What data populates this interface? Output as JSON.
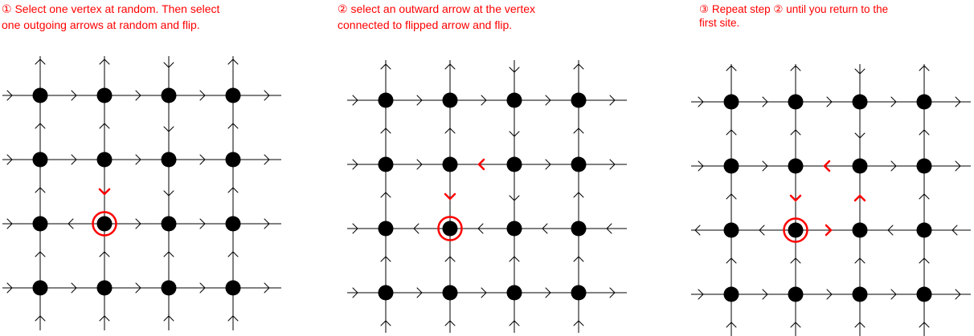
{
  "captions": {
    "step1": [
      "① Select one vertex at random. Then select",
      "one outgoing arrows at random and flip."
    ],
    "step2": [
      "② select an outward arrow at the vertex",
      "connected to flipped arrow and flip."
    ],
    "step3": [
      "③ Repeat step ② until you return to the",
      "first site."
    ]
  },
  "colors": {
    "highlight": "#ff0000",
    "line": "#000000",
    "vertex": "#000000"
  },
  "panels": [
    {
      "id": "panel-1",
      "selected_vertex": [
        2,
        1
      ],
      "horizontal_arrows": [
        [
          "R",
          "R",
          "R",
          "R",
          "R"
        ],
        [
          "R",
          "R",
          "R",
          "R",
          "R"
        ],
        [
          "R",
          "L",
          "R",
          "R",
          "R"
        ],
        [
          "R",
          "R",
          "R",
          "R",
          "R"
        ]
      ],
      "vertical_arrows": [
        [
          "U",
          "U",
          "D",
          "U"
        ],
        [
          "U",
          "U",
          "D",
          "U"
        ],
        [
          "U",
          "D",
          "D",
          "U"
        ],
        [
          "U",
          "U",
          "U",
          "U"
        ],
        [
          "U",
          "U",
          "U",
          "U"
        ]
      ],
      "red_arrows": [
        {
          "type": "v",
          "row": 2,
          "col": 1,
          "dir": "D"
        }
      ]
    },
    {
      "id": "panel-2",
      "selected_vertex": [
        2,
        1
      ],
      "horizontal_arrows": [
        [
          "R",
          "R",
          "R",
          "R",
          "R"
        ],
        [
          "R",
          "R",
          "L",
          "R",
          "R"
        ],
        [
          "R",
          "L",
          "L",
          "L",
          "L"
        ],
        [
          "R",
          "R",
          "R",
          "R",
          "R"
        ]
      ],
      "vertical_arrows": [
        [
          "U",
          "U",
          "D",
          "U"
        ],
        [
          "U",
          "U",
          "D",
          "U"
        ],
        [
          "U",
          "D",
          "D",
          "U"
        ],
        [
          "U",
          "U",
          "U",
          "U"
        ],
        [
          "U",
          "U",
          "U",
          "U"
        ]
      ],
      "red_arrows": [
        {
          "type": "v",
          "row": 2,
          "col": 1,
          "dir": "D"
        },
        {
          "type": "h",
          "row": 1,
          "col": 2,
          "dir": "L"
        }
      ]
    },
    {
      "id": "panel-3",
      "selected_vertex": [
        2,
        1
      ],
      "horizontal_arrows": [
        [
          "R",
          "R",
          "R",
          "R",
          "R"
        ],
        [
          "R",
          "R",
          "L",
          "R",
          "R"
        ],
        [
          "L",
          "L",
          "R",
          "L",
          "L"
        ],
        [
          "R",
          "R",
          "R",
          "R",
          "R"
        ]
      ],
      "vertical_arrows": [
        [
          "U",
          "U",
          "D",
          "U"
        ],
        [
          "U",
          "U",
          "D",
          "U"
        ],
        [
          "U",
          "D",
          "U",
          "U"
        ],
        [
          "U",
          "U",
          "U",
          "U"
        ],
        [
          "U",
          "U",
          "U",
          "U"
        ]
      ],
      "red_arrows": [
        {
          "type": "v",
          "row": 2,
          "col": 1,
          "dir": "D"
        },
        {
          "type": "h",
          "row": 1,
          "col": 2,
          "dir": "L"
        },
        {
          "type": "h",
          "row": 2,
          "col": 2,
          "dir": "R"
        },
        {
          "type": "v",
          "row": 2,
          "col": 2,
          "dir": "U"
        }
      ]
    }
  ]
}
